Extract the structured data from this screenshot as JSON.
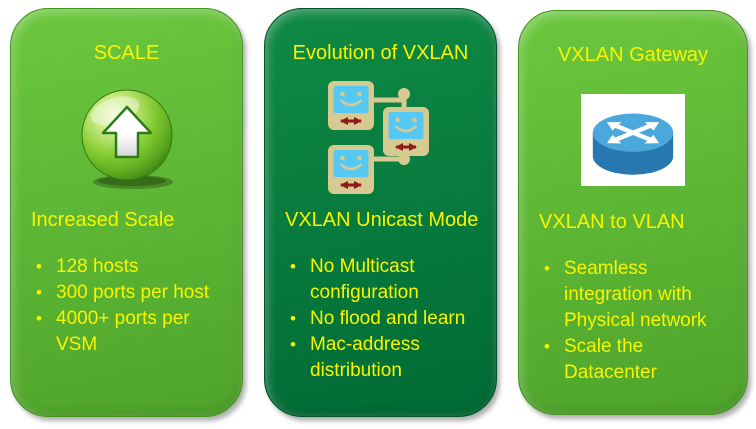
{
  "slide": {
    "background": "#ffffff",
    "description": "Three feature cards about VXLAN scale, evolution and gateway"
  },
  "colors": {
    "card_light_top": "#6cc83e",
    "card_light_bottom": "#4ea42a",
    "card_light_border": "#44941f",
    "card_dark_top": "#0f8a45",
    "card_dark_bottom": "#006b35",
    "card_dark_border": "#00532a",
    "text_yellow": "#f8f500",
    "icon_tan": "#d6ca90",
    "icon_screen_blue": "#55c9f2",
    "icon_red": "#8e1b1b",
    "router_top": "#4aa8dd",
    "router_body": "#2678ae",
    "orb_light": "#eef9c8",
    "orb_mid": "#84cc33",
    "orb_dark": "#3c8312"
  },
  "cards": [
    {
      "id": "scale",
      "title": "SCALE",
      "icon": "up-arrow-orb-icon",
      "heading": "Increased Scale",
      "bullets": [
        "128 hosts",
        "300 ports per host",
        "4000+ ports per VSM"
      ]
    },
    {
      "id": "evolution",
      "title": "Evolution of VXLAN",
      "icon": "networked-computers-icon",
      "heading": "VXLAN Unicast Mode",
      "bullets": [
        "No Multicast configuration",
        "No flood and learn",
        "Mac-address distribution"
      ]
    },
    {
      "id": "gateway",
      "title": "VXLAN Gateway",
      "icon": "router-icon",
      "heading": "VXLAN to VLAN",
      "bullets": [
        "Seamless integration with Physical network",
        "Scale the Datacenter"
      ]
    }
  ]
}
